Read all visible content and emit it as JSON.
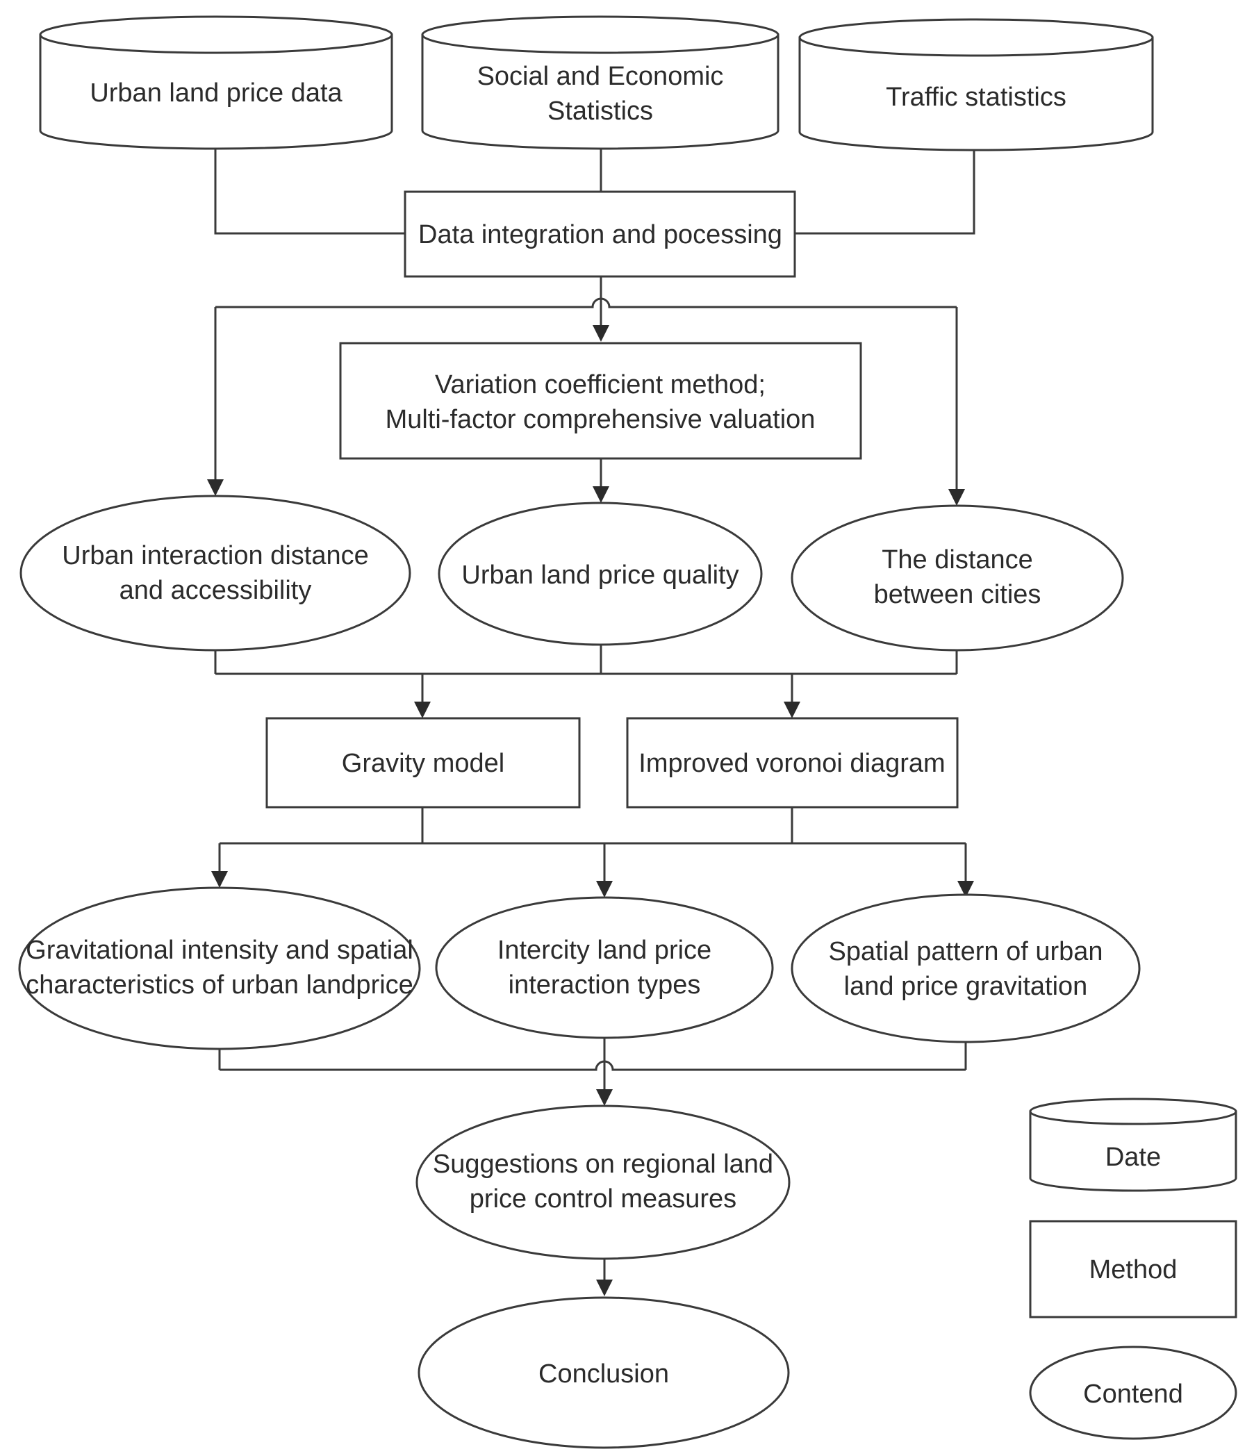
{
  "data_sources": {
    "urban_land_price": "Urban land price data",
    "social_economic_line1": "Social and Economic",
    "social_economic_line2": "Statistics",
    "traffic": "Traffic statistics"
  },
  "methods": {
    "integration": "Data integration and pocessing",
    "valuation_line1": "Variation coefficient method;",
    "valuation_line2": "Multi-factor comprehensive valuation",
    "gravity": "Gravity model",
    "voronoi": "Improved voronoi diagram"
  },
  "contents": {
    "interaction_line1": "Urban interaction distance",
    "interaction_line2": "and accessibility",
    "quality": "Urban land price quality",
    "distance_line1": "The distance",
    "distance_line2": "between cities",
    "intensity_line1": "Gravitational intensity and spatial",
    "intensity_line2": "characteristics of urban landprice",
    "types_line1": "Intercity land price",
    "types_line2": "interaction types",
    "pattern_line1": "Spatial pattern of urban",
    "pattern_line2": "land price gravitation",
    "suggestions_line1": "Suggestions on regional land",
    "suggestions_line2": "price control measures",
    "conclusion": "Conclusion"
  },
  "legend": {
    "data_label": "Date",
    "method_label": "Method",
    "content_label": "Contend"
  }
}
